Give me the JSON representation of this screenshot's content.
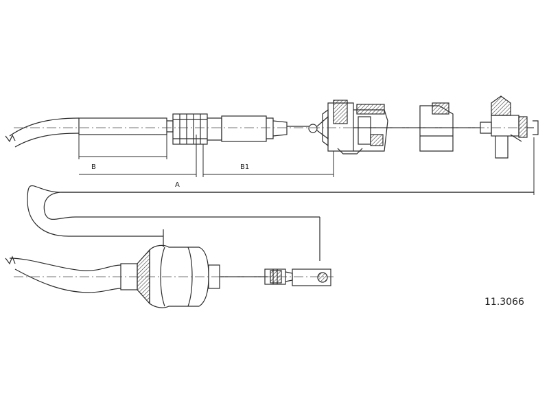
{
  "diagram": {
    "dimensions": {
      "b_label": "B",
      "b1_label": "B1",
      "a_label": "A"
    },
    "part_number": "11.3066",
    "colors": {
      "line": "#2b2b2b",
      "hatch": "#3a3a3a",
      "background": "#ffffff"
    }
  }
}
